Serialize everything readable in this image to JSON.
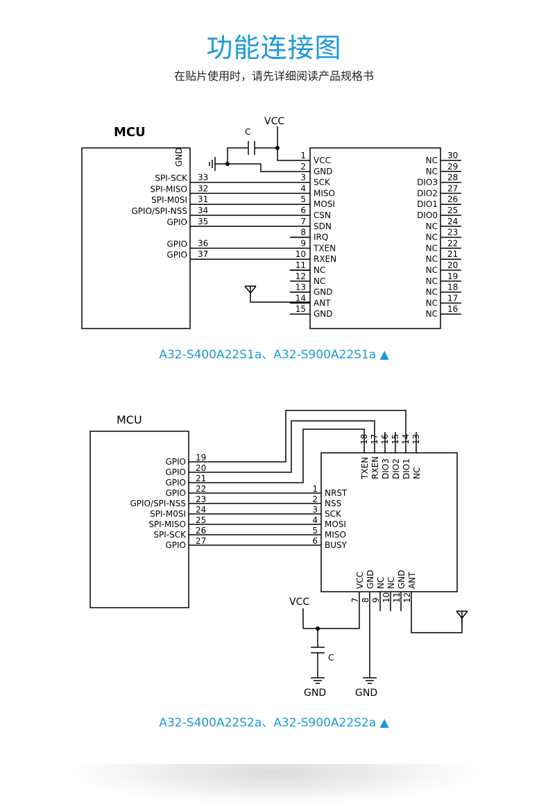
{
  "header": {
    "title": "功能连接图",
    "subtitle": "在贴片使用时，请先详细阅读产品规格书"
  },
  "diagram1": {
    "caption": "A32-S400A22S1a、A32-S900A22S1a ▲",
    "mcu_label": "MCU",
    "mcu_gnd": "GND",
    "vcc_label": "VCC",
    "cap_label": "C",
    "mcu_pins": [
      {
        "name": "SPI-SCK",
        "num": "33"
      },
      {
        "name": "SPI-MISO",
        "num": "32"
      },
      {
        "name": "SPI-M0SI",
        "num": "31"
      },
      {
        "name": "GPIO/SPI-NSS",
        "num": "34"
      },
      {
        "name": "GPIO",
        "num": "35"
      },
      {
        "name": "GPIO",
        "num": "36"
      },
      {
        "name": "GPIO",
        "num": "37"
      }
    ],
    "left_pins": [
      {
        "num": "1",
        "name": "VCC"
      },
      {
        "num": "2",
        "name": "GND"
      },
      {
        "num": "3",
        "name": "SCK"
      },
      {
        "num": "4",
        "name": "MISO"
      },
      {
        "num": "5",
        "name": "MOSI"
      },
      {
        "num": "6",
        "name": "CSN"
      },
      {
        "num": "7",
        "name": "SDN"
      },
      {
        "num": "8",
        "name": "IRQ"
      },
      {
        "num": "9",
        "name": "TXEN"
      },
      {
        "num": "10",
        "name": "RXEN"
      },
      {
        "num": "11",
        "name": "NC"
      },
      {
        "num": "12",
        "name": "NC"
      },
      {
        "num": "13",
        "name": "GND"
      },
      {
        "num": "14",
        "name": "ANT"
      },
      {
        "num": "15",
        "name": "GND"
      }
    ],
    "right_pins": [
      {
        "num": "30",
        "name": "NC"
      },
      {
        "num": "29",
        "name": "NC"
      },
      {
        "num": "28",
        "name": "DIO3"
      },
      {
        "num": "27",
        "name": "DIO2"
      },
      {
        "num": "26",
        "name": "DIO1"
      },
      {
        "num": "25",
        "name": "DIO0"
      },
      {
        "num": "24",
        "name": "NC"
      },
      {
        "num": "23",
        "name": "NC"
      },
      {
        "num": "22",
        "name": "NC"
      },
      {
        "num": "21",
        "name": "NC"
      },
      {
        "num": "20",
        "name": "NC"
      },
      {
        "num": "19",
        "name": "NC"
      },
      {
        "num": "18",
        "name": "NC"
      },
      {
        "num": "17",
        "name": "NC"
      },
      {
        "num": "16",
        "name": "NC"
      }
    ]
  },
  "diagram2": {
    "caption": "A32-S400A22S2a、A32-S900A22S2a ▲",
    "mcu_label": "MCU",
    "vcc_label": "VCC",
    "cap_label": "C",
    "gnd_label_1": "GND",
    "gnd_label_2": "GND",
    "mcu_pins": [
      {
        "name": "GPIO",
        "num": "19"
      },
      {
        "name": "GPIO",
        "num": "20"
      },
      {
        "name": "GPIO",
        "num": "21"
      },
      {
        "name": "GPIO",
        "num": "22"
      },
      {
        "name": "GPIO/SPI-NSS",
        "num": "23"
      },
      {
        "name": "SPI-M0SI",
        "num": "24"
      },
      {
        "name": "SPI-MISO",
        "num": "25"
      },
      {
        "name": "SPI-SCK",
        "num": "26"
      },
      {
        "name": "GPIO",
        "num": "27"
      }
    ],
    "left_pins": [
      {
        "num": "1",
        "name": "NRST"
      },
      {
        "num": "2",
        "name": "NSS"
      },
      {
        "num": "3",
        "name": "SCK"
      },
      {
        "num": "4",
        "name": "MOSI"
      },
      {
        "num": "5",
        "name": "MISO"
      },
      {
        "num": "6",
        "name": "BUSY"
      }
    ],
    "top_pins": [
      {
        "num": "18",
        "name": "TXEN"
      },
      {
        "num": "17",
        "name": "RXEN"
      },
      {
        "num": "16",
        "name": "DIO3"
      },
      {
        "num": "15",
        "name": "DIO2"
      },
      {
        "num": "14",
        "name": "DIO1"
      },
      {
        "num": "13",
        "name": "NC"
      }
    ],
    "bottom_pins": [
      {
        "num": "7",
        "name": "VCC"
      },
      {
        "num": "8",
        "name": "GND"
      },
      {
        "num": "9",
        "name": "NC"
      },
      {
        "num": "10",
        "name": "NC"
      },
      {
        "num": "11",
        "name": "GND"
      },
      {
        "num": "12",
        "name": "ANT"
      }
    ]
  }
}
